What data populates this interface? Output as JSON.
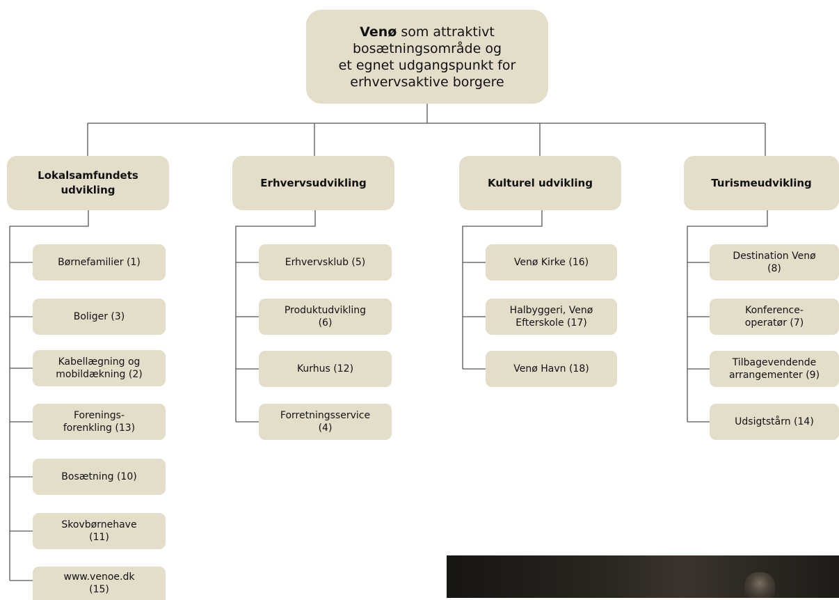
{
  "root": {
    "bold": "Venø",
    "line1": "som attraktivt",
    "line2": "bosætningsområde og",
    "line3": "et egnet udgangspunkt for",
    "line4": "erhvervsaktive borgere"
  },
  "categories": [
    {
      "label": "Lokalsamfundets\nudvikling",
      "items": [
        "Børnefamilier (1)",
        "Boliger (3)",
        "Kabellægning og\nmobildækning (2)",
        "Forenings-\nforenkling (13)",
        "Bosætning (10)",
        "Skovbørnehave\n(11)",
        "www.venoe.dk\n(15)"
      ]
    },
    {
      "label": "Erhvervsudvikling",
      "items": [
        "Erhvervsklub (5)",
        "Produktudvikling\n(6)",
        "Kurhus (12)",
        "Forretningsservice\n(4)"
      ]
    },
    {
      "label": "Kulturel udvikling",
      "items": [
        "Venø Kirke (16)",
        "Halbyggeri, Venø\nEfterskole (17)",
        "Venø Havn (18)"
      ]
    },
    {
      "label": "Turismeudvikling",
      "items": [
        "Destination Venø\n(8)",
        "Konference-\noperatør (7)",
        "Tilbagevendende\narrangementer (9)",
        "Udsigtstårn (14)"
      ]
    }
  ],
  "colors": {
    "box": "#e3ddca",
    "line": "#555555"
  }
}
